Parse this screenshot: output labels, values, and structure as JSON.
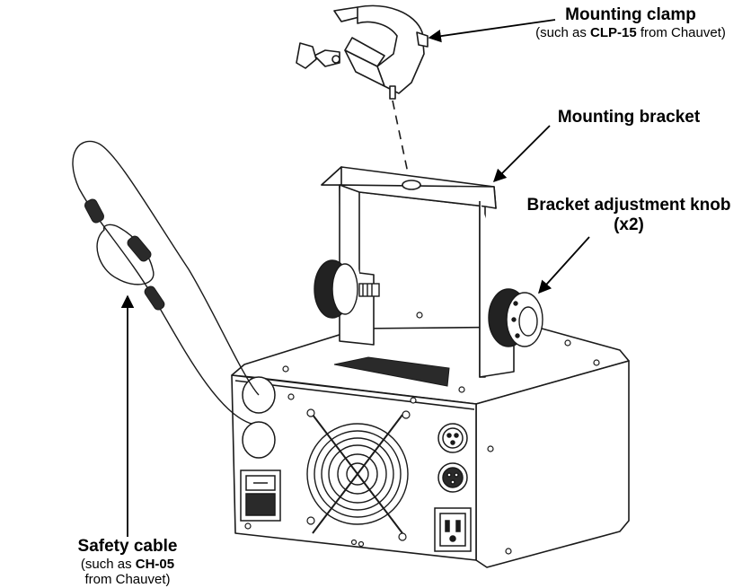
{
  "callouts": {
    "mounting_clamp": {
      "title": "Mounting clamp",
      "sub_pre": "(such as ",
      "sub_bold": "CLP-15",
      "sub_post": " from Chauvet)"
    },
    "mounting_bracket": {
      "title": "Mounting bracket"
    },
    "adjustment_knob": {
      "title_line1": "Bracket adjustment knob",
      "title_line2": "(x2)"
    },
    "safety_cable": {
      "title": "Safety cable",
      "sub_pre": "(such as ",
      "sub_bold": "CH-05",
      "sub_line2": "from Chauvet)"
    }
  },
  "colors": {
    "line": "#1a1a1a",
    "fill": "#ffffff",
    "dark": "#222222",
    "grey": "#9a9a9a"
  }
}
